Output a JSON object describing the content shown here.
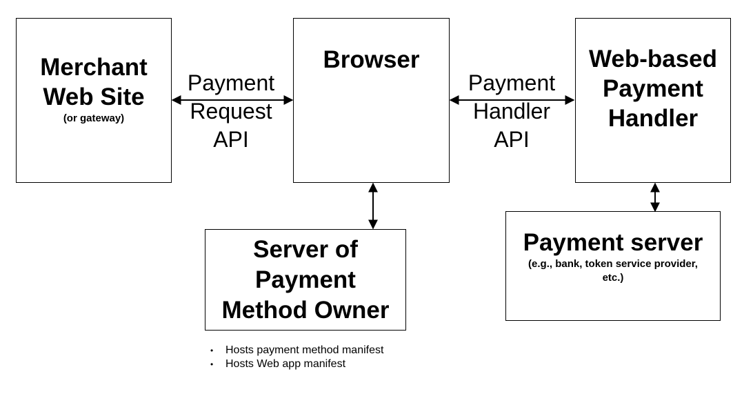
{
  "merchant": {
    "title_lines": [
      "Merchant",
      "Web Site"
    ],
    "subtitle": "(or gateway)"
  },
  "payment_request_api": {
    "lines": [
      "Payment",
      "Request",
      "API"
    ]
  },
  "browser": {
    "title": "Browser"
  },
  "payment_handler_api": {
    "lines": [
      "Payment",
      "Handler",
      "API"
    ]
  },
  "web_payment_handler": {
    "title_lines": [
      "Web-based",
      "Payment",
      "Handler"
    ]
  },
  "method_owner_server": {
    "title_lines": [
      "Server of",
      "Payment",
      "Method Owner"
    ],
    "bullets": [
      "Hosts payment method manifest",
      "Hosts Web app manifest"
    ]
  },
  "payment_server": {
    "title": "Payment server",
    "subtitle_lines": [
      "(e.g., bank, token service provider,",
      "etc.)"
    ]
  },
  "colors": {
    "stroke": "#000000",
    "background": "#ffffff"
  }
}
